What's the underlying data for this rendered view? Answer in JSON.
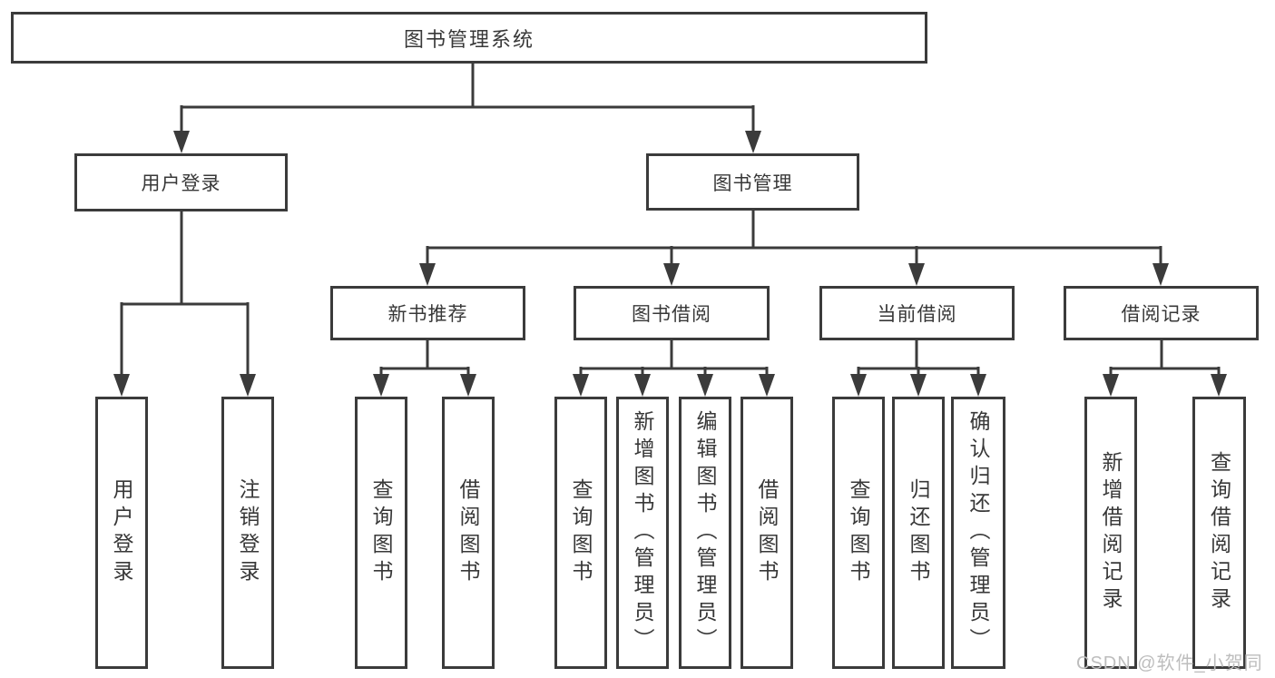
{
  "tree": {
    "root": {
      "label": "图书管理系统"
    },
    "branches": [
      {
        "label": "用户登录",
        "children": [
          {
            "label": "用户登录"
          },
          {
            "label": "注销登录"
          }
        ]
      },
      {
        "label": "图书管理",
        "sections": [
          {
            "label": "新书推荐",
            "children": [
              {
                "label": "查询图书"
              },
              {
                "label": "借阅图书"
              }
            ]
          },
          {
            "label": "图书借阅",
            "children": [
              {
                "label": "查询图书"
              },
              {
                "label": "新增图书（管理员）"
              },
              {
                "label": "编辑图书（管理员）"
              },
              {
                "label": "借阅图书"
              }
            ]
          },
          {
            "label": "当前借阅",
            "children": [
              {
                "label": "查询图书"
              },
              {
                "label": "归还图书"
              },
              {
                "label": "确认归还（管理员）"
              }
            ]
          },
          {
            "label": "借阅记录",
            "children": [
              {
                "label": "新增借阅记录"
              },
              {
                "label": "查询借阅记录"
              }
            ]
          }
        ]
      }
    ]
  },
  "watermark": {
    "text": "CSDN @软件_小贺同学"
  },
  "colors": {
    "line": "#3b3b3b",
    "text": "#383838",
    "background": "#ffffff",
    "watermark": "#bdbdbd"
  }
}
